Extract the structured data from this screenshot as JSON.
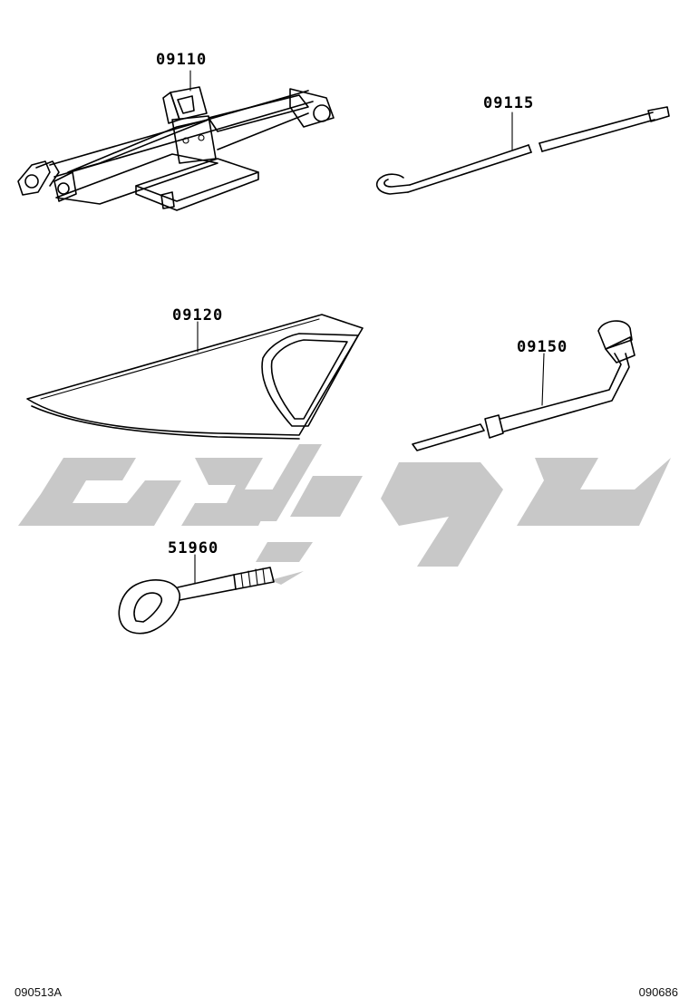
{
  "parts": [
    {
      "id": "jack",
      "number": "09110"
    },
    {
      "id": "jack-handle",
      "number": "09115"
    },
    {
      "id": "tool-bag",
      "number": "09120"
    },
    {
      "id": "lug-wrench",
      "number": "09150"
    },
    {
      "id": "towing-eye",
      "number": "51960"
    }
  ],
  "footer": {
    "left_code": "090513A",
    "right_code": "090686"
  },
  "watermark_text": "عالم",
  "colors": {
    "line": "#000000",
    "watermark": "#c8c8c8",
    "background": "#ffffff"
  }
}
